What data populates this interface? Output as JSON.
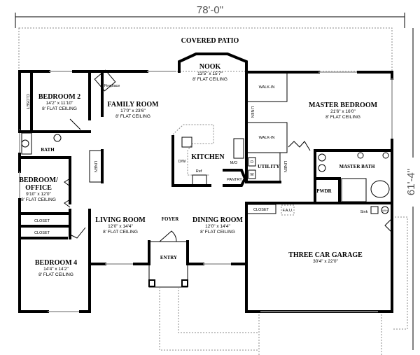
{
  "dimensions": {
    "width": "78'-0\"",
    "depth": "61'-4\""
  },
  "rooms": {
    "patio": {
      "name": "COVERED PATIO"
    },
    "nook": {
      "name": "NOOK",
      "size": "13'5\" x 15'7\"",
      "ceiling": "8' FLAT CEILING"
    },
    "bedroom2": {
      "name": "BEDROOM 2",
      "size": "14'2\" x 11'10\"",
      "ceiling": "8' FLAT CEILING"
    },
    "family": {
      "name": "FAMILY ROOM",
      "size": "17'0\" x 23'6\"",
      "ceiling": "8' FLAT CEILING"
    },
    "fireplace": {
      "name": "Fireplace"
    },
    "master": {
      "name": "MASTER BEDROOM",
      "size": "21'6\" x 16'0\"",
      "ceiling": "8' FLAT CEILING"
    },
    "walkin1": {
      "name": "WALK-IN"
    },
    "walkin2": {
      "name": "WALK-IN"
    },
    "kitchen": {
      "name": "KITCHEN",
      "dw": "D/W",
      "ref": "Ref",
      "mo": "M/O"
    },
    "pantry": {
      "name": "PANTRY"
    },
    "utility": {
      "name": "UTILITY",
      "d": "D",
      "w": "W"
    },
    "bath": {
      "name": "BATH"
    },
    "masterbath": {
      "name": "MASTER BATH"
    },
    "pwdr": {
      "name": "PWDR"
    },
    "office": {
      "name1": "BEDROOM/",
      "name2": "OFFICE",
      "size": "9'10\" x 12'0\"",
      "ceiling": "8' FLAT CEILING"
    },
    "living": {
      "name": "LIVING ROOM",
      "size": "12'0\" x 14'4\"",
      "ceiling": "8' FLAT CEILING"
    },
    "foyer": {
      "name": "FOYER"
    },
    "dining": {
      "name": "DINING ROOM",
      "size": "12'0\" x 14'4\"",
      "ceiling": "8' FLAT CEILING"
    },
    "entry": {
      "name": "ENTRY"
    },
    "bedroom4": {
      "name": "BEDROOM 4",
      "size": "14'4\" x 14'2\"",
      "ceiling": "8' FLAT CEILING"
    },
    "garage": {
      "name": "THREE CAR GARAGE",
      "size": "30'4\" x 22'0\"",
      "sink": "Sink",
      "wh": "W/H",
      "fau": "F.A.U."
    },
    "closet_b2": "CLOSET",
    "closet_a": "CLOSET",
    "closet_b": "CLOSET",
    "closet_garage": "CLOSET",
    "linen1": "LINEN",
    "linen2": "LINEN",
    "linen3": "LINEN"
  }
}
